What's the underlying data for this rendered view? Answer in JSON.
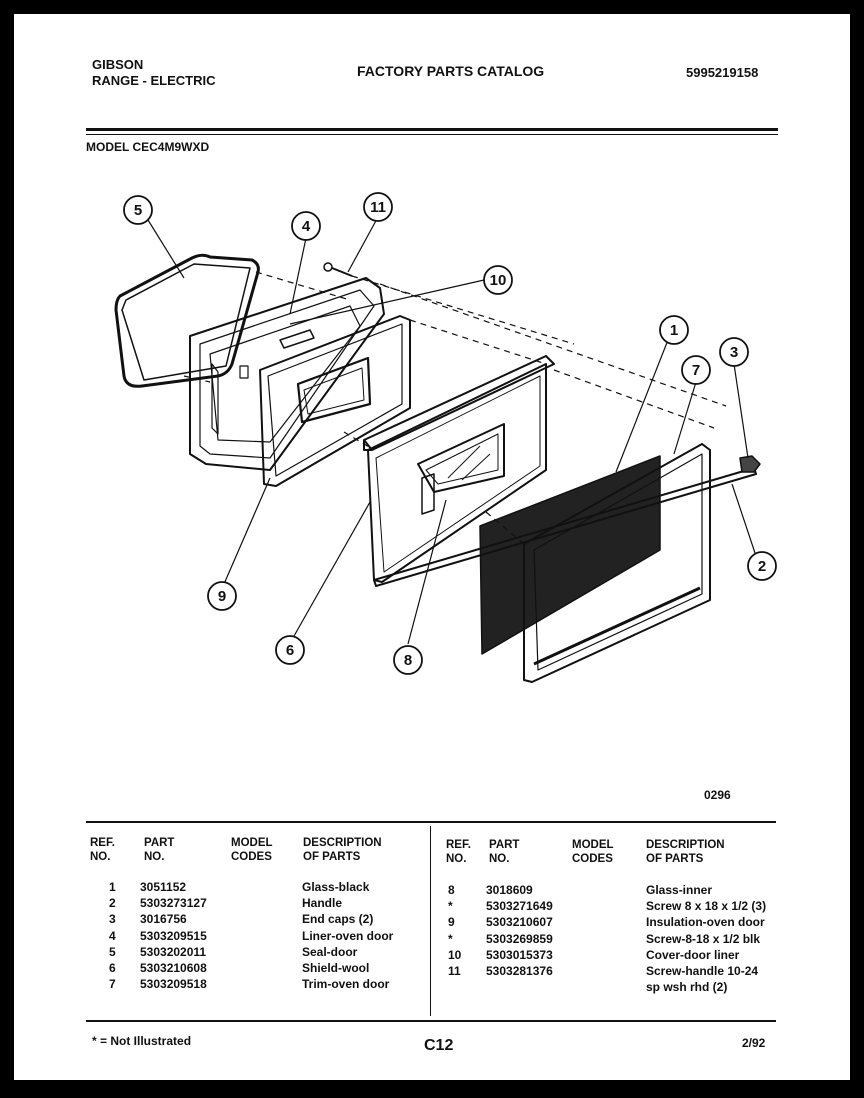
{
  "header": {
    "brand": "GIBSON",
    "product": "RANGE - ELECTRIC",
    "catalog_title": "FACTORY PARTS CATALOG",
    "catalog_number": "5995219158",
    "model_line": "MODEL CEC4M9WXD"
  },
  "diagram": {
    "callouts": [
      "1",
      "2",
      "3",
      "4",
      "5",
      "6",
      "7",
      "8",
      "9",
      "10",
      "11"
    ],
    "revision_code": "0296"
  },
  "table": {
    "headers": {
      "ref": [
        "REF.",
        "NO."
      ],
      "part": [
        "PART",
        "NO."
      ],
      "model": [
        "MODEL",
        "CODES"
      ],
      "desc": [
        "DESCRIPTION",
        "OF PARTS"
      ]
    },
    "left_rows": [
      {
        "ref": "1",
        "part": "3051152",
        "model": "",
        "desc": "Glass-black"
      },
      {
        "ref": "2",
        "part": "5303273127",
        "model": "",
        "desc": "Handle"
      },
      {
        "ref": "3",
        "part": "3016756",
        "model": "",
        "desc": "End caps (2)"
      },
      {
        "ref": "4",
        "part": "5303209515",
        "model": "",
        "desc": "Liner-oven door"
      },
      {
        "ref": "5",
        "part": "5303202011",
        "model": "",
        "desc": "Seal-door"
      },
      {
        "ref": "6",
        "part": "5303210608",
        "model": "",
        "desc": "Shield-wool"
      },
      {
        "ref": "7",
        "part": "5303209518",
        "model": "",
        "desc": "Trim-oven door"
      }
    ],
    "right_rows": [
      {
        "ref": "8",
        "part": "3018609",
        "model": "",
        "desc": "Glass-inner"
      },
      {
        "ref": "*",
        "part": "5303271649",
        "model": "",
        "desc": "Screw 8 x 18 x 1/2 (3)"
      },
      {
        "ref": "9",
        "part": "5303210607",
        "model": "",
        "desc": "Insulation-oven door"
      },
      {
        "ref": "*",
        "part": "5303269859",
        "model": "",
        "desc": "Screw-8-18 x 1/2 blk"
      },
      {
        "ref": "10",
        "part": "5303015373",
        "model": "",
        "desc": "Cover-door liner"
      },
      {
        "ref": "11",
        "part": "5303281376",
        "model": "",
        "desc": "Screw-handle 10-24"
      },
      {
        "ref": "",
        "part": "",
        "model": "",
        "desc": "sp wsh rhd (2)"
      }
    ]
  },
  "footer": {
    "note": "* = Not Illustrated",
    "page_code": "C12",
    "date": "2/92"
  }
}
